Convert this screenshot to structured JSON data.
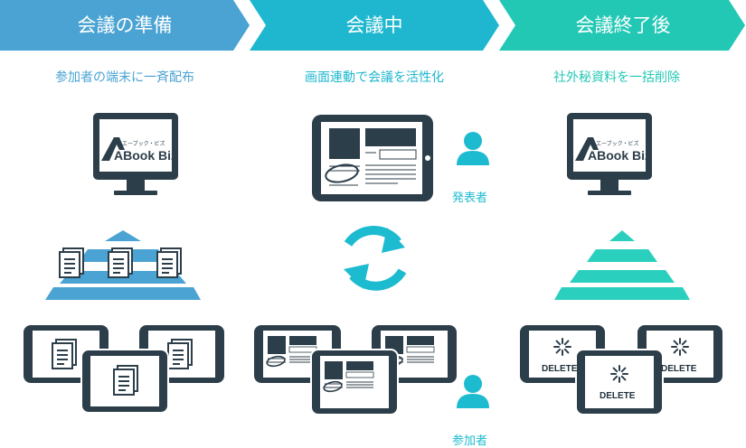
{
  "phases": [
    {
      "title": "会議の準備",
      "subtitle": "参加者の端末に一斉配布",
      "color": "#4aa3d3",
      "subtitle_color": "#4aa3d3"
    },
    {
      "title": "会議中",
      "subtitle": "画面連動で会議を活性化",
      "color": "#1eb7cf",
      "subtitle_color": "#1eb7cf"
    },
    {
      "title": "会議終了後",
      "subtitle": "社外秘資料を一括削除",
      "color": "#23c8b5",
      "subtitle_color": "#23c8b5"
    }
  ],
  "logo": {
    "brand": "ABook Biz",
    "katakana": "エーブック・ビズ"
  },
  "presenter_label": "発表者",
  "participant_label": "参加者",
  "delete_label": "DELETE",
  "colors": {
    "device": "#2c3e4a",
    "screen": "#ffffff",
    "cyan": "#1dbbd0",
    "teal": "#2ad0bd",
    "blue": "#4aa3d3"
  }
}
